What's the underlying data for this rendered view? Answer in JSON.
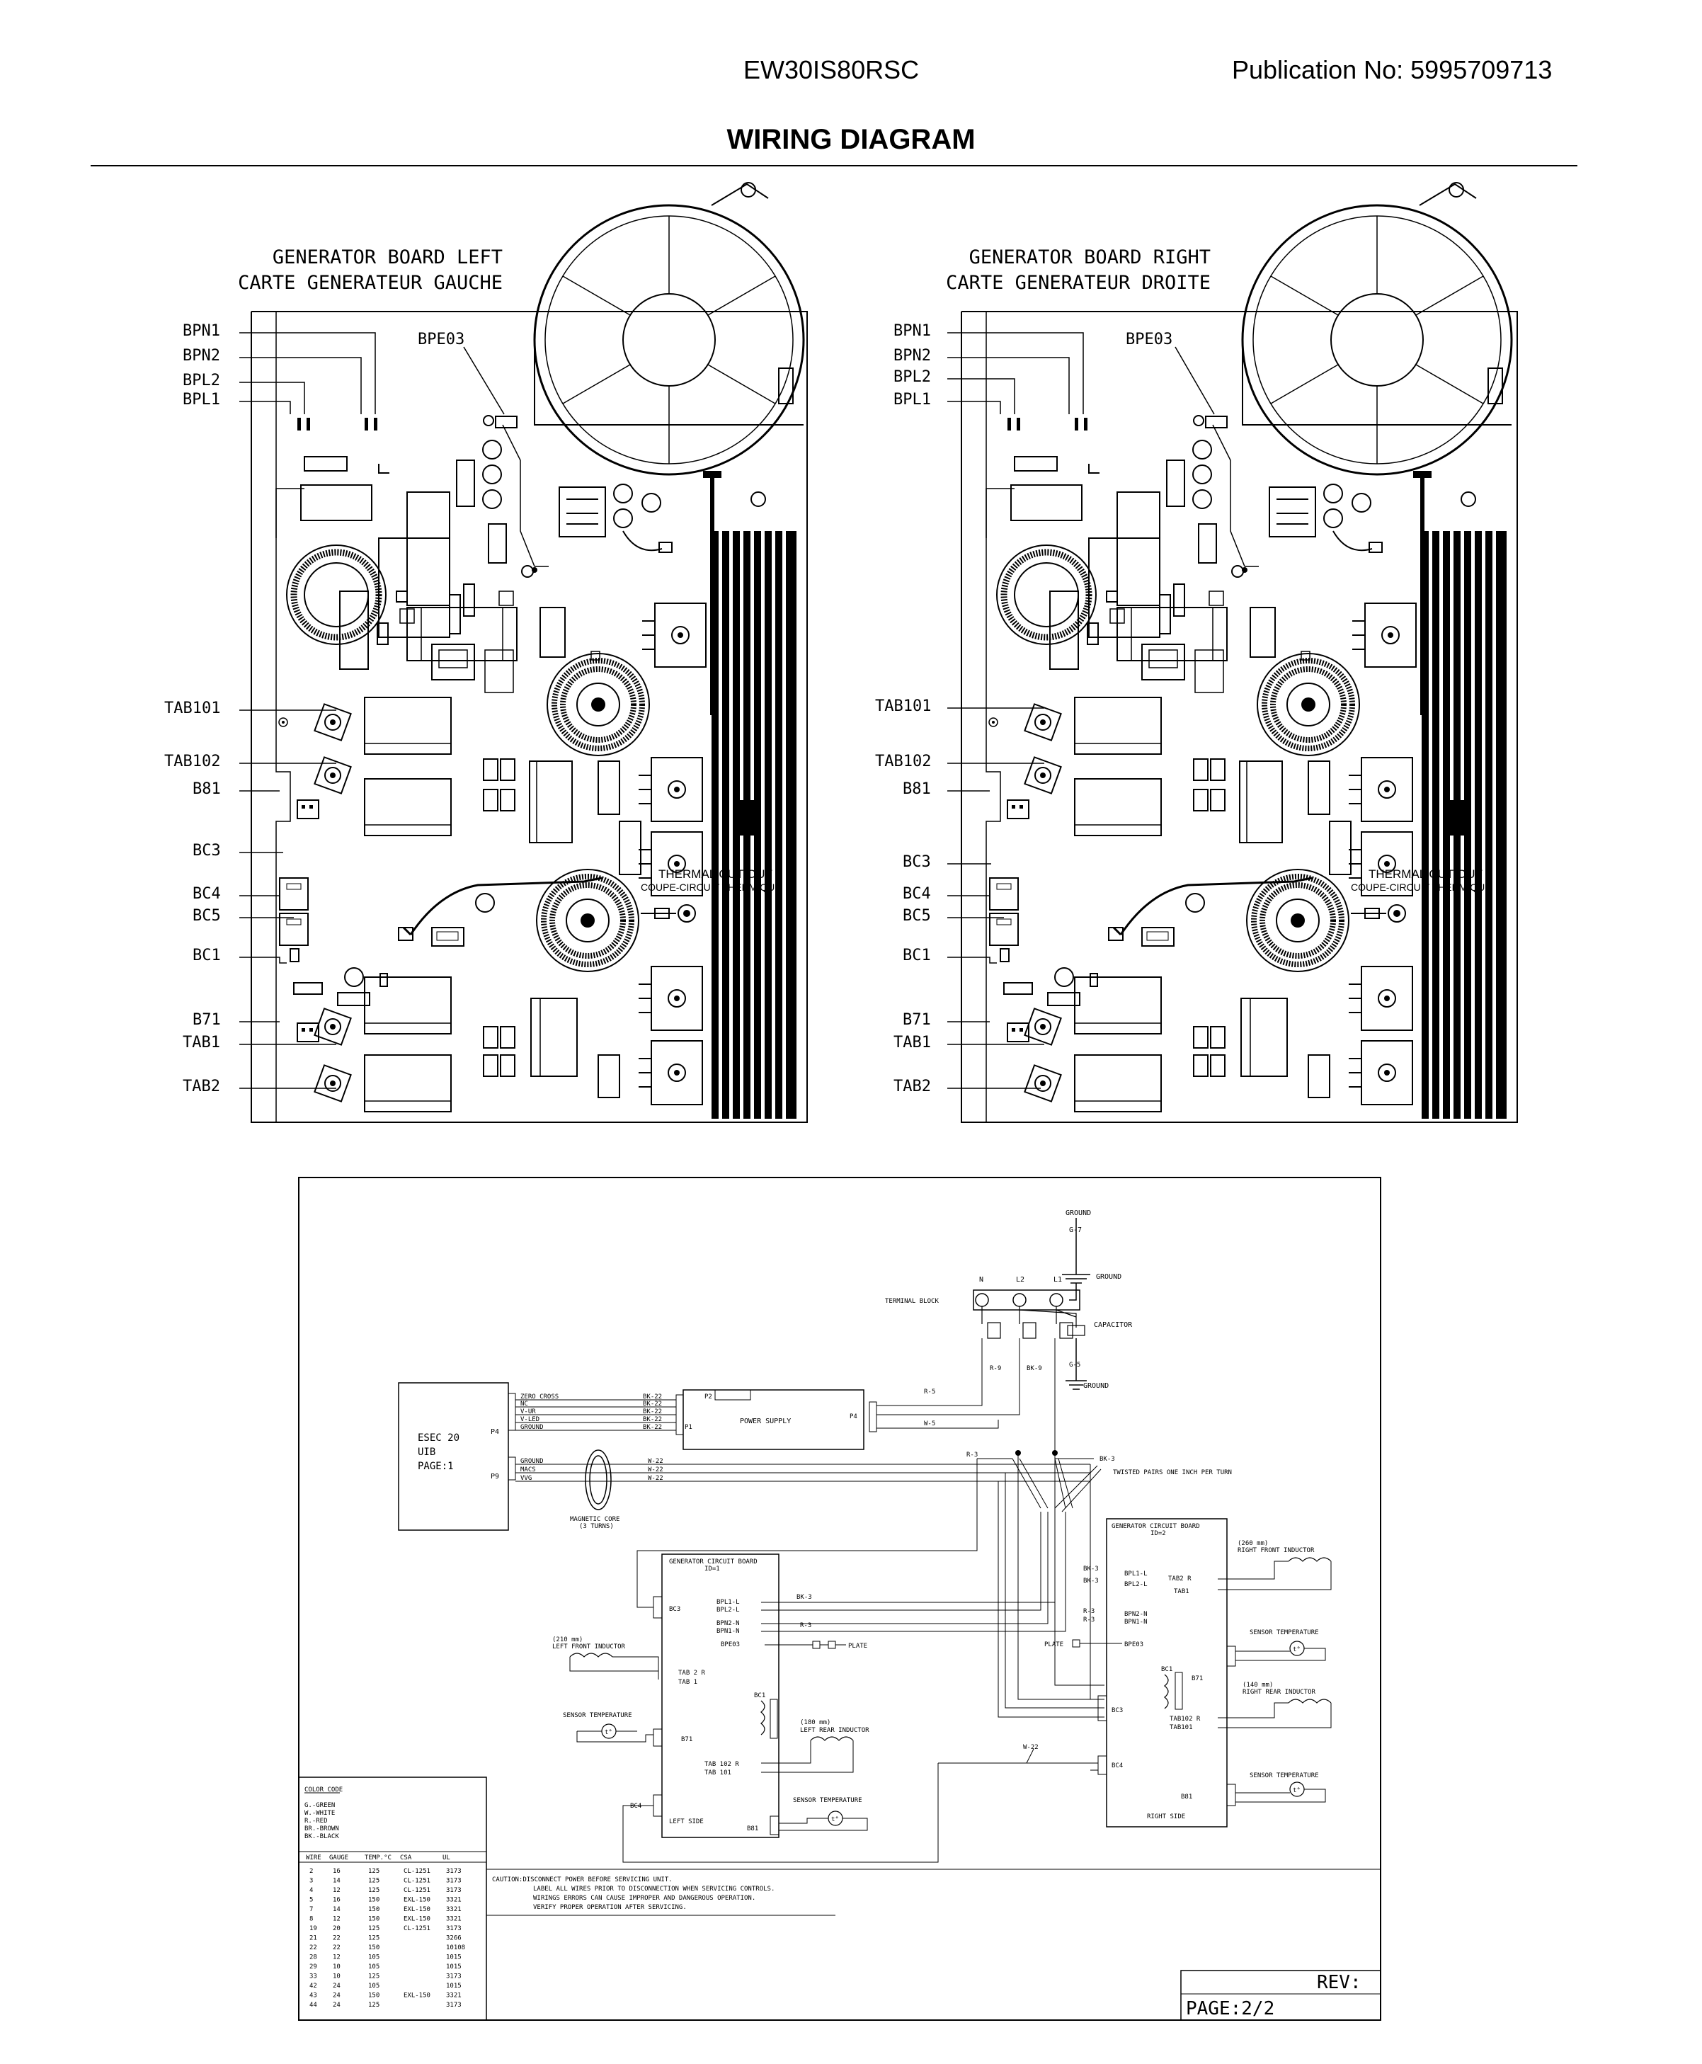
{
  "header": {
    "model": "EW30IS80RSC",
    "publication": "Publication No:  5995709713",
    "title": "WIRING DIAGRAM"
  },
  "boards": {
    "left": {
      "title1": "GENERATOR BOARD LEFT",
      "title2": "CARTE GENERATEUR GAUCHE",
      "labels": {
        "bpn1": "BPN1",
        "bpn2": "BPN2",
        "bpl2": "BPL2",
        "bpl1": "BPL1",
        "bpe03": "BPE03",
        "tab101": "TAB101",
        "tab102": "TAB102",
        "b81": "B81",
        "bc3": "BC3",
        "bc4": "BC4",
        "bc5": "BC5",
        "bc1": "BC1",
        "b71": "B71",
        "tab1": "TAB1",
        "tab2": "TAB2",
        "thermal1": "THERMAL CUT-OUT",
        "thermal2": "COUPE-CIRCUIT THERMIQUE"
      }
    },
    "right": {
      "title1": "GENERATOR BOARD RIGHT",
      "title2": "CARTE GENERATEUR DROITE",
      "labels": {
        "bpn1": "BPN1",
        "bpn2": "BPN2",
        "bpl2": "BPL2",
        "bpl1": "BPL1",
        "bpe03": "BPE03",
        "tab101": "TAB101",
        "tab102": "TAB102",
        "b81": "B81",
        "bc3": "BC3",
        "bc4": "BC4",
        "bc5": "BC5",
        "bc1": "BC1",
        "b71": "B71",
        "tab1": "TAB1",
        "tab2": "TAB2",
        "thermal1": "THERMAL CUT-OUT",
        "thermal2": "COUPE-CIRCUIT THERMIQUE"
      }
    }
  },
  "schematic": {
    "ground_top": "GROUND",
    "g7": "G-7",
    "ground_mid": "GROUND",
    "n": "N",
    "l2": "L2",
    "l1": "L1",
    "terminal_block": "TERMINAL BLOCK",
    "capacitor": "CAPACITOR",
    "r9": "R-9",
    "bk9": "BK-9",
    "g5": "G-5",
    "ground_low": "GROUND",
    "esec": [
      "ESEC 20",
      "UIB",
      "PAGE:1"
    ],
    "p4": "P4",
    "p9": "P9",
    "p4_pins": [
      "ZERO CROSS",
      "NC",
      "V-UR",
      "V-LED",
      "GROUND"
    ],
    "p4_wires": [
      "BK-22",
      "BK-22",
      "BK-22",
      "BK-22",
      "BK-22"
    ],
    "p9_pins": [
      "GROUND",
      "MACS",
      "VVG"
    ],
    "p9_wires": [
      "W-22",
      "W-22",
      "W-22"
    ],
    "power_supply": "POWER SUPPLY",
    "ps_p2": "P2",
    "ps_p1": "P1",
    "ps_p4": "P4",
    "r5": "R-5",
    "w5": "W-5",
    "r3": "R-3",
    "bk3": "BK-3",
    "twisted": "TWISTED PAIRS ONE INCH PER TURN",
    "mag_core": [
      "MAGNETIC CORE",
      "(3 TURNS)"
    ],
    "gen1": {
      "title": "GENERATOR CIRCUIT BOARD",
      "id": "ID=1",
      "bc3": "BC3",
      "pins": [
        "BPL1-L",
        "BPL2-L",
        "BPN2-N",
        "BPN1-N",
        "BPE03"
      ],
      "bk3": "BK-3",
      "r3": "R-3",
      "plate": "PLATE",
      "ind_front": [
        "(210 mm)",
        "LEFT FRONT INDUCTOR"
      ],
      "tab2r": "TAB 2 R",
      "tab1": "TAB 1",
      "sensor": "SENSOR TEMPERATURE",
      "b71": "B71",
      "bc1": "BC1",
      "ind_rear": [
        "(180 mm)",
        "LEFT REAR INDUCTOR"
      ],
      "tab102r": "TAB 102 R",
      "tab101": "TAB 101",
      "bc4": "BC4",
      "left_side": "LEFT SIDE",
      "sensor2": "SENSOR TEMPERATURE",
      "b81": "B81"
    },
    "gen2": {
      "title": "GENERATOR CIRCUIT BOARD",
      "id": "ID=2",
      "ind_front": [
        "(260 mm)",
        "RIGHT FRONT INDUCTOR"
      ],
      "bk3a": "BK-3",
      "bk3b": "BK-3",
      "bpl1": "BPL1-L",
      "bpl2": "BPL2-L",
      "tab2r": "TAB2 R",
      "tab1": "TAB1",
      "r3a": "R-3",
      "r3b": "R-3",
      "bpn2": "BPN2-N",
      "bpn1": "BPN1-N",
      "plate": "PLATE",
      "bpe03": "BPE03",
      "sensor": "SENSOR TEMPERATURE",
      "bc1": "BC1",
      "b71": "B71",
      "ind_rear": [
        "(140 mm)",
        "RIGHT REAR INDUCTOR"
      ],
      "tab102r": "TAB102 R",
      "tab101": "TAB101",
      "bc3": "BC3",
      "bc4": "BC4",
      "sensor2": "SENSOR TEMPERATURE",
      "b81": "B81",
      "right_side": "RIGHT SIDE"
    },
    "w22": "W-22",
    "color_code_title": "COLOR CODE",
    "color_codes": [
      "G.-GREEN",
      "W.-WHITE",
      "R.-RED",
      "BR.-BROWN",
      "BK.-BLACK"
    ],
    "wire_headers": [
      "WIRE",
      "GAUGE",
      "TEMP.°C",
      "CSA",
      "UL"
    ],
    "wire_rows": [
      [
        "2",
        "16",
        "125",
        "CL-1251",
        "3173"
      ],
      [
        "3",
        "14",
        "125",
        "CL-1251",
        "3173"
      ],
      [
        "4",
        "12",
        "125",
        "CL-1251",
        "3173"
      ],
      [
        "5",
        "16",
        "150",
        "EXL-150",
        "3321"
      ],
      [
        "7",
        "14",
        "150",
        "EXL-150",
        "3321"
      ],
      [
        "8",
        "12",
        "150",
        "EXL-150",
        "3321"
      ],
      [
        "19",
        "20",
        "125",
        "CL-1251",
        "3173"
      ],
      [
        "21",
        "22",
        "125",
        "",
        "3266"
      ],
      [
        "22",
        "22",
        "150",
        "",
        "10108"
      ],
      [
        "28",
        "12",
        "105",
        "",
        "1015"
      ],
      [
        "29",
        "10",
        "105",
        "",
        "1015"
      ],
      [
        "33",
        "10",
        "125",
        "",
        "3173"
      ],
      [
        "42",
        "24",
        "105",
        "",
        "1015"
      ],
      [
        "43",
        "24",
        "150",
        "EXL-150",
        "3321"
      ],
      [
        "44",
        "24",
        "125",
        "",
        "3173"
      ]
    ],
    "caution": [
      "CAUTION:DISCONNECT POWER BEFORE SERVICING UNIT.",
      "LABEL ALL WIRES PRIOR TO DISCONNECTION WHEN SERVICING CONTROLS.",
      "WIRINGS ERRORS CAN CAUSE IMPROPER AND DANGEROUS OPERATION.",
      "VERIFY PROPER OPERATION AFTER SERVICING."
    ],
    "rev": "REV:",
    "page": "PAGE:2/2"
  }
}
